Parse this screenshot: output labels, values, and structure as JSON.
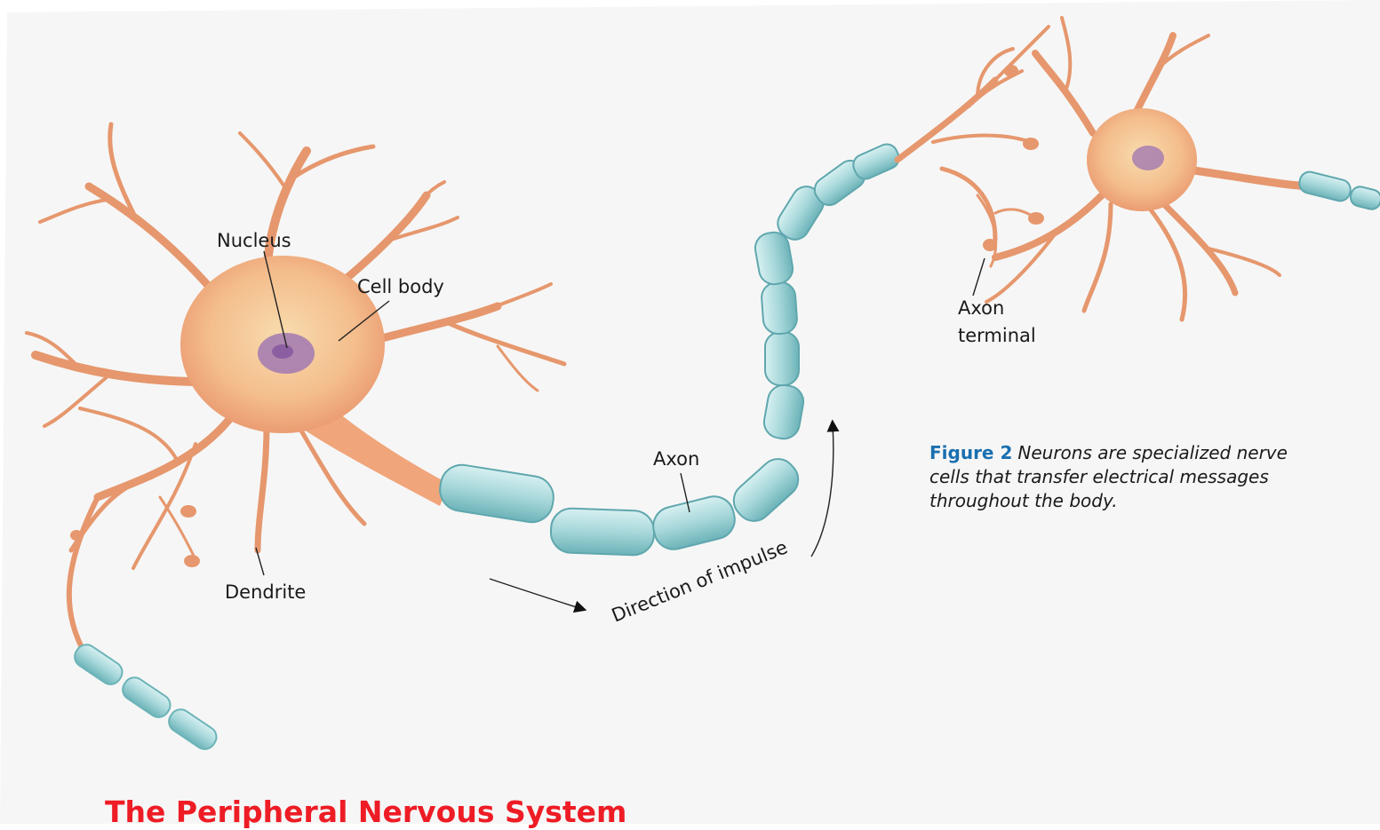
{
  "labels": {
    "nucleus": "Nucleus",
    "cell_body": "Cell body",
    "dendrite": "Dendrite",
    "axon": "Axon",
    "axon_terminal_line1": "Axon",
    "axon_terminal_line2": "terminal",
    "direction": "Direction of impulse"
  },
  "caption": {
    "figure_label": "Figure 2",
    "text": "Neurons are specialized nerve cells that transfer electrical messages throughout the body."
  },
  "section_heading": "The Peripheral Nervous System",
  "colors": {
    "cell": "#f1a97f",
    "cell_light": "#f7d3a6",
    "dendrite": "#e89a70",
    "nucleus": "#9a72ad",
    "myelin": "#a8d9dc",
    "myelin_edge": "#5fa7ae",
    "figure_label": "#1a6fb0",
    "heading": "#ee1c25"
  }
}
